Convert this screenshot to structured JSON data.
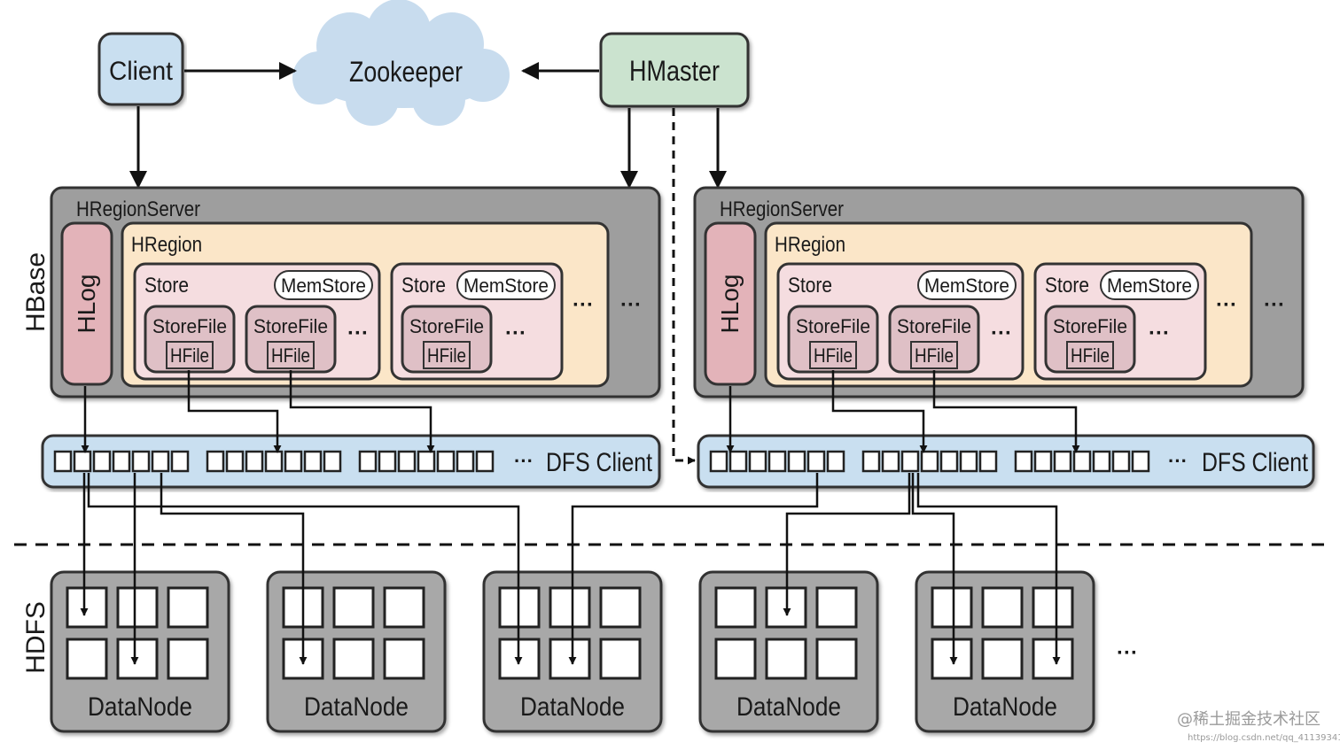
{
  "nodes": {
    "client": "Client",
    "zookeeper": "Zookeeper",
    "hmaster": "HMaster",
    "hregionserver": "HRegionServer",
    "hregion": "HRegion",
    "hlog": "HLog",
    "store": "Store",
    "memstore": "MemStore",
    "storefile": "StoreFile",
    "hfile": "HFile",
    "dfs_client": "DFS Client",
    "datanode": "DataNode",
    "ellipsis": "···"
  },
  "layers": {
    "hbase": "HBase",
    "hdfs": "HDFS"
  },
  "watermark": {
    "main": "@稀土掘金技术社区",
    "url": "https://blog.csdn.net/qq_41139341"
  },
  "colors": {
    "client_fill": "#c9dff0",
    "hmaster_fill": "#cbe3cf",
    "cloud_fill": "#c8dcee",
    "server_fill": "#9e9e9e",
    "region_fill": "#fbe6c8",
    "store_fill": "#f5dde0",
    "storefile_fill": "#dfc0c6",
    "hlog_fill": "#e3b3b9",
    "dfs_fill": "#c9dff0",
    "datanode_fill": "#a8a8a8"
  }
}
